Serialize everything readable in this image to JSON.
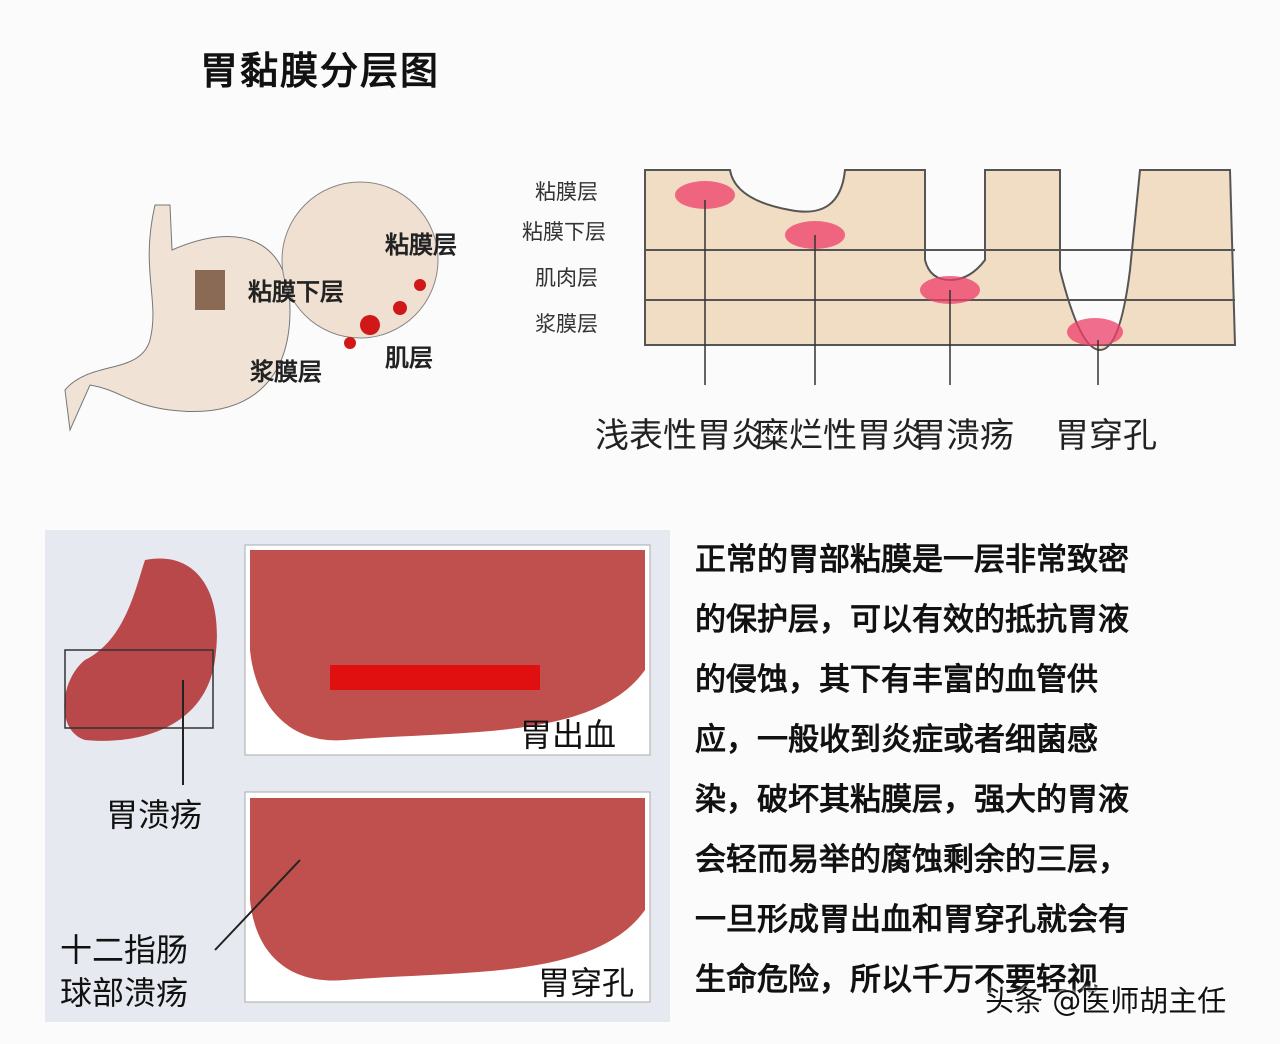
{
  "title": "胃黏膜分层图",
  "stomach_labels": {
    "mucosa": "粘膜层",
    "submucosa": "粘膜下层",
    "muscle": "肌层",
    "serosa": "浆膜层"
  },
  "layer_labels": [
    "粘膜层",
    "粘膜下层",
    "肌肉层",
    "浆膜层"
  ],
  "stages": [
    "浅表性胃炎",
    "糜烂性胃炎",
    "胃溃疡",
    "胃穿孔"
  ],
  "panel": {
    "bleeding": "胃出血",
    "perforation": "胃穿孔",
    "ulcer": "胃溃疡",
    "duodenal_1": "十二指肠",
    "duodenal_2": "球部溃疡"
  },
  "paragraph": [
    "正常的胃部粘膜是一层非常致密",
    "的保护层，可以有效的抵抗胃液",
    "的侵蚀，其下有丰富的血管供",
    "应，一般收到炎症或者细菌感",
    "染，破坏其粘膜层，强大的胃液",
    "会轻而易举的腐蚀剩余的三层，",
    "一旦形成胃出血和胃穿孔就会有",
    "生命危险，所以千万不要轻视"
  ],
  "watermark": "头条 @医师胡主任",
  "colors": {
    "tissue": "#f1dcc4",
    "lesion": "#e8305a",
    "stomach_red": "#b8484a",
    "panel_bg": "#e6eaf0"
  }
}
